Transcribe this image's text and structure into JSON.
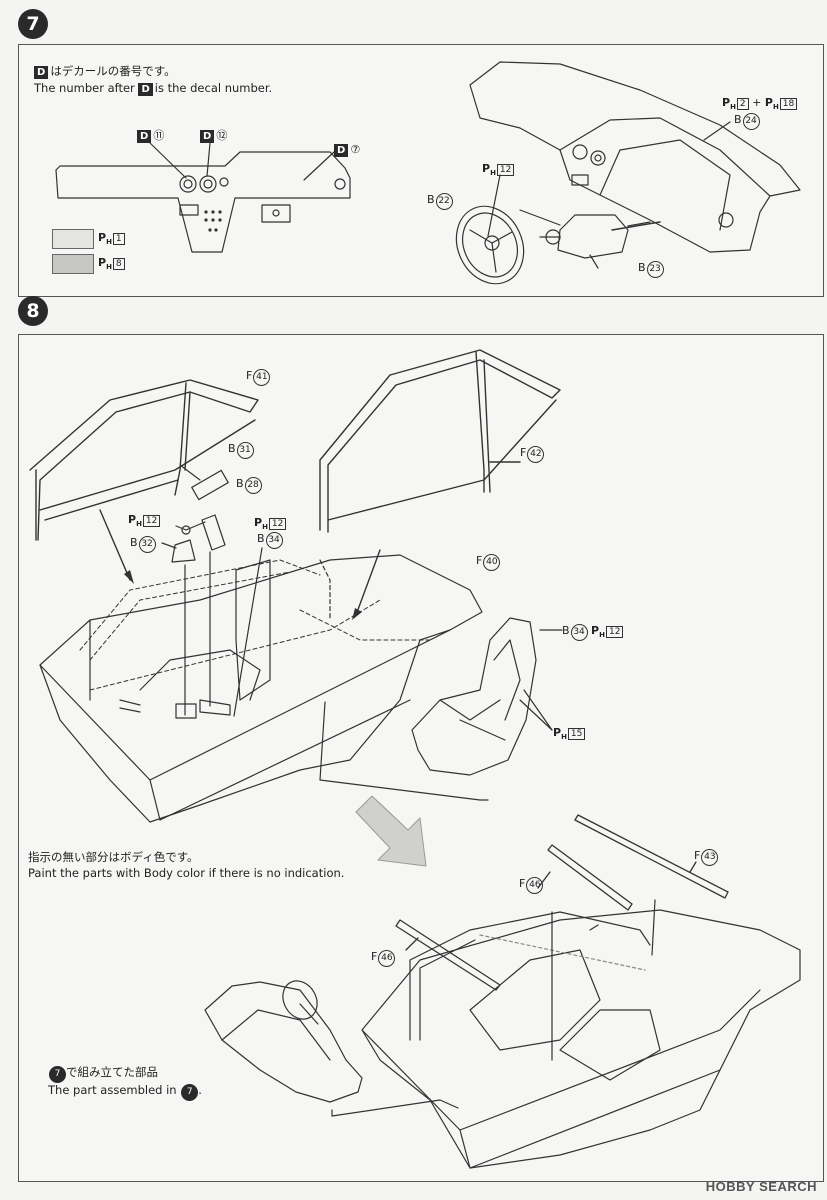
{
  "step7": {
    "number": "7",
    "note_jp": "はデカールの番号です。",
    "note_en_pre": "The number after",
    "note_en_post": "is the decal number.",
    "decal_marker": "D",
    "decals": [
      {
        "letter": "D",
        "num": "⑪"
      },
      {
        "letter": "D",
        "num": "⑫"
      },
      {
        "letter": "D",
        "num": "⑦"
      }
    ],
    "paint_legend": [
      {
        "code": "1",
        "color": "#e4e4e2"
      },
      {
        "code": "8",
        "color": "#c6c6c4"
      }
    ],
    "labels": {
      "dash_paint": "2",
      "dash_paint2": "18",
      "dash_part": "B",
      "dash_part_num": "24",
      "wheel_paint": "12",
      "wheel_part": "B",
      "wheel_part_num": "22",
      "column_part": "B",
      "column_part_num": "23"
    }
  },
  "step8": {
    "number": "8",
    "paint_note_jp": "指示の無い部分はボディ色です。",
    "paint_note_en": "Paint the parts with Body color if there is no indication.",
    "assembled_jp": "で組み立てた部品",
    "assembled_en": "The part assembled in",
    "assembled_ref": "7",
    "parts": [
      {
        "id": "f41",
        "letter": "F",
        "num": "41"
      },
      {
        "id": "f42",
        "letter": "F",
        "num": "42"
      },
      {
        "id": "b31",
        "letter": "B",
        "num": "31"
      },
      {
        "id": "b28",
        "letter": "B",
        "num": "28"
      },
      {
        "id": "ph12a",
        "letter": "PH",
        "num": "12"
      },
      {
        "id": "b32",
        "letter": "B",
        "num": "32"
      },
      {
        "id": "ph12b",
        "letter": "PH",
        "num": "12"
      },
      {
        "id": "b34a",
        "letter": "B",
        "num": "34"
      },
      {
        "id": "f40",
        "letter": "F",
        "num": "40"
      },
      {
        "id": "b34b",
        "letter": "B",
        "num": "34"
      },
      {
        "id": "ph12c",
        "letter": "PH",
        "num": "12"
      },
      {
        "id": "ph15",
        "letter": "PH",
        "num": "15"
      },
      {
        "id": "f43",
        "letter": "F",
        "num": "43"
      },
      {
        "id": "f46a",
        "letter": "F",
        "num": "46"
      },
      {
        "id": "f46b",
        "letter": "F",
        "num": "46"
      }
    ]
  },
  "watermark": "HOBBY SEARCH"
}
